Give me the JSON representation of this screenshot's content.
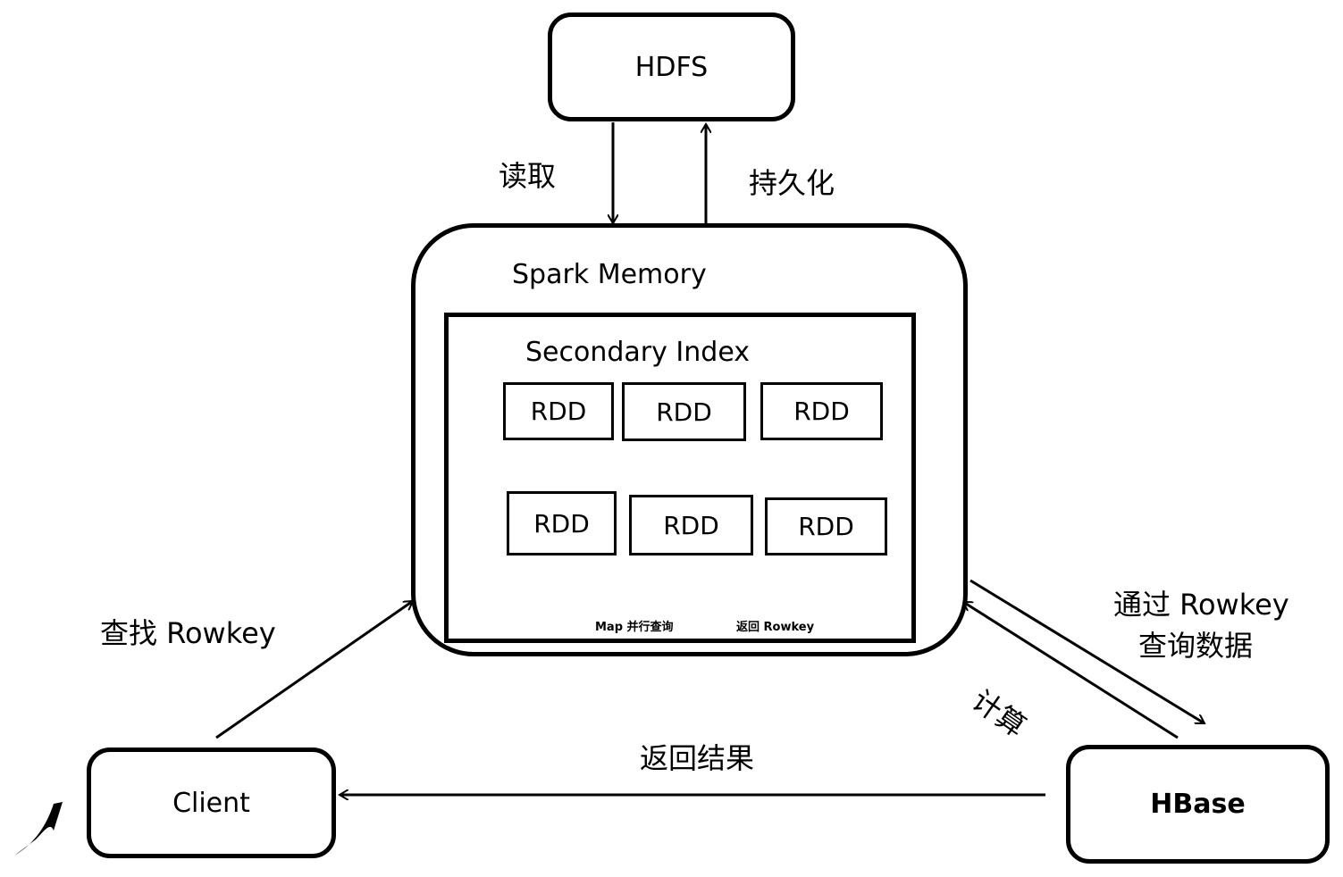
{
  "nodes": {
    "hdfs": "HDFS",
    "client": "Client",
    "hbase": "HBase",
    "spark_memory": "Spark Memory",
    "secondary_index": "Secondary Index",
    "rdd_top": [
      "RDD",
      "RDD",
      "RDD"
    ],
    "rdd_bottom": [
      "RDD",
      "RDD",
      "RDD"
    ]
  },
  "edges": {
    "read": "读取",
    "persist": "持久化",
    "find_rowkey": "查找 Rowkey",
    "return_result": "返回结果",
    "query_by_rowkey_line1": "通过 Rowkey",
    "query_by_rowkey_line2": "查询数据",
    "compute": "计算",
    "map_parallel_query": "Map 并行查询",
    "return_rowkey": "返回 Rowkey"
  }
}
